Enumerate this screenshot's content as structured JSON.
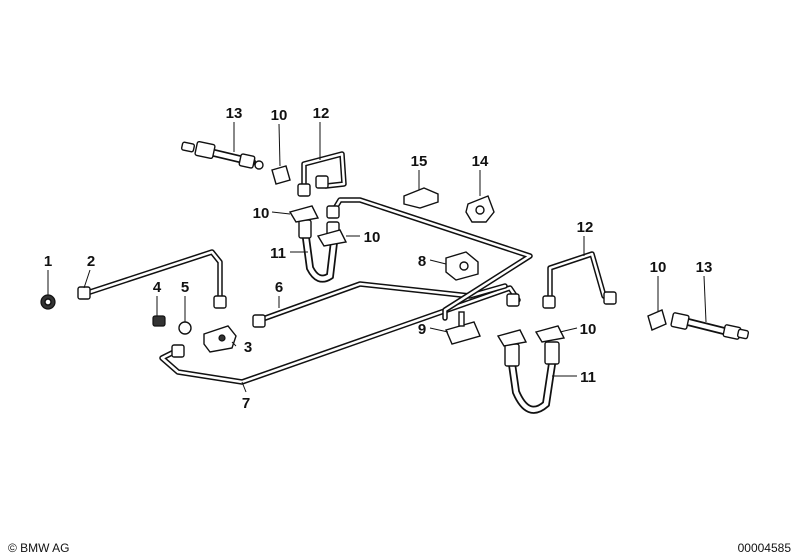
{
  "diagram": {
    "colors": {
      "ink": "#111111",
      "background": "#ffffff"
    },
    "callouts": [
      {
        "id": "c1",
        "text": "1"
      },
      {
        "id": "c2",
        "text": "2"
      },
      {
        "id": "c3",
        "text": "3"
      },
      {
        "id": "c4",
        "text": "4"
      },
      {
        "id": "c5",
        "text": "5"
      },
      {
        "id": "c6",
        "text": "6"
      },
      {
        "id": "c7",
        "text": "7"
      },
      {
        "id": "c8",
        "text": "8"
      },
      {
        "id": "c9",
        "text": "9"
      },
      {
        "id": "c10a",
        "text": "10"
      },
      {
        "id": "c10b",
        "text": "10"
      },
      {
        "id": "c10c",
        "text": "10"
      },
      {
        "id": "c10d",
        "text": "10"
      },
      {
        "id": "c10e",
        "text": "10"
      },
      {
        "id": "c11a",
        "text": "11"
      },
      {
        "id": "c11b",
        "text": "11"
      },
      {
        "id": "c12a",
        "text": "12"
      },
      {
        "id": "c12b",
        "text": "12"
      },
      {
        "id": "c13a",
        "text": "13"
      },
      {
        "id": "c13b",
        "text": "13"
      },
      {
        "id": "c14",
        "text": "14"
      },
      {
        "id": "c15",
        "text": "15"
      }
    ],
    "footer": {
      "copyright": "© BMW AG",
      "image_number": "00004585"
    }
  }
}
